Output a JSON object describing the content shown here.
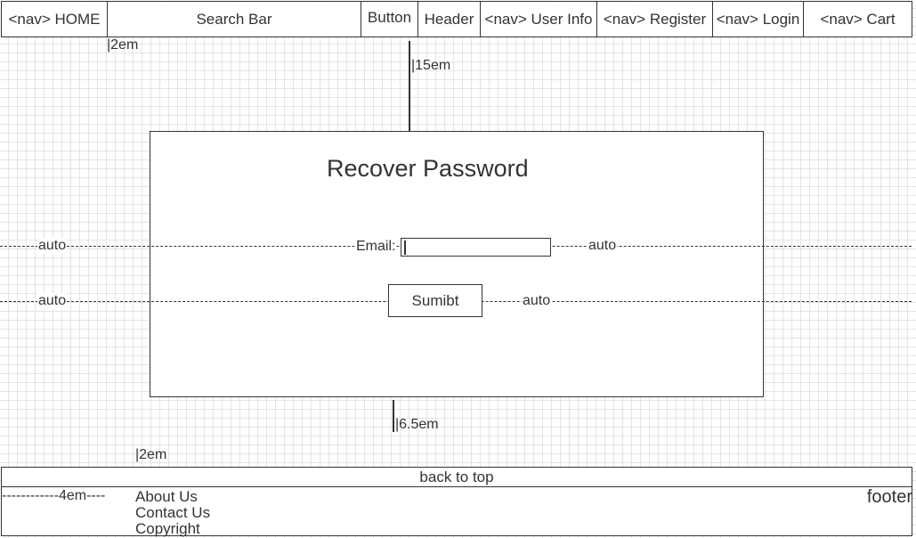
{
  "nav": {
    "home": "<nav> HOME",
    "search": "Search Bar",
    "button": "Button",
    "header": "Header",
    "user_info": "<nav> User Info",
    "register": "<nav> Register",
    "login": "<nav> Login",
    "cart": "<nav> Cart"
  },
  "annotations": {
    "nav_gap": "|2em",
    "top_margin": "|15em",
    "bottom_margin": "|6.5em",
    "footer_gap": "|2em",
    "auto": "auto",
    "footer_indent": "------------4em----"
  },
  "recover": {
    "title": "Recover Password",
    "email_label": "Email:",
    "email_value": "",
    "submit_label": "Sumibt"
  },
  "footer": {
    "back_to_top": "back to top",
    "links": [
      "About Us",
      "Contact Us",
      "Copyright"
    ],
    "label": "footer"
  }
}
